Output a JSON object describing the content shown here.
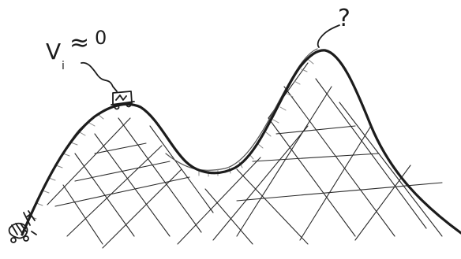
{
  "annotations": {
    "velocity_label": "V",
    "velocity_subscript": "i",
    "approx_symbol": "≈",
    "zero": "0",
    "question": "?"
  },
  "colors": {
    "ink": "#1c1c1c",
    "paper": "#ffffff"
  },
  "icons": [
    "roller-coaster-cart-icon"
  ]
}
